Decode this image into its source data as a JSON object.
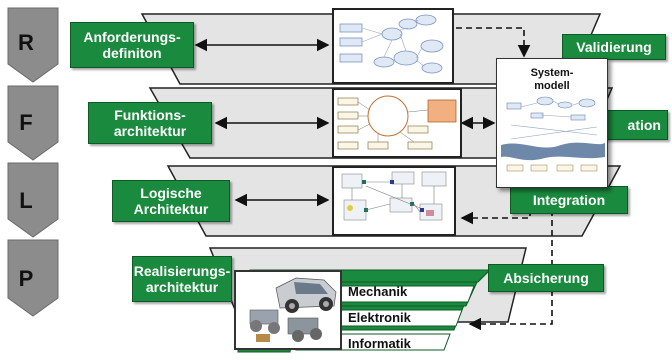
{
  "rflp": [
    "R",
    "F",
    "L",
    "P"
  ],
  "left_labels": {
    "requirements": "Anforderungs-\ndefiniton",
    "functional": "Funktions-\narchitektur",
    "logical": "Logische\nArchitektur",
    "physical": "Realisierungs-\narchitektur"
  },
  "right_labels": {
    "validation": "Validierung",
    "verification": "ation",
    "integration": "Integration",
    "assurance": "Absicherung"
  },
  "system_model": {
    "title": "System-\nmodell"
  },
  "domains": [
    "Mechanik",
    "Elektronik",
    "Informatik"
  ],
  "colors": {
    "green": "#1a8a3e",
    "layer_fill": "#e6e6e6",
    "arrow_fill": "#8c8c8c"
  }
}
